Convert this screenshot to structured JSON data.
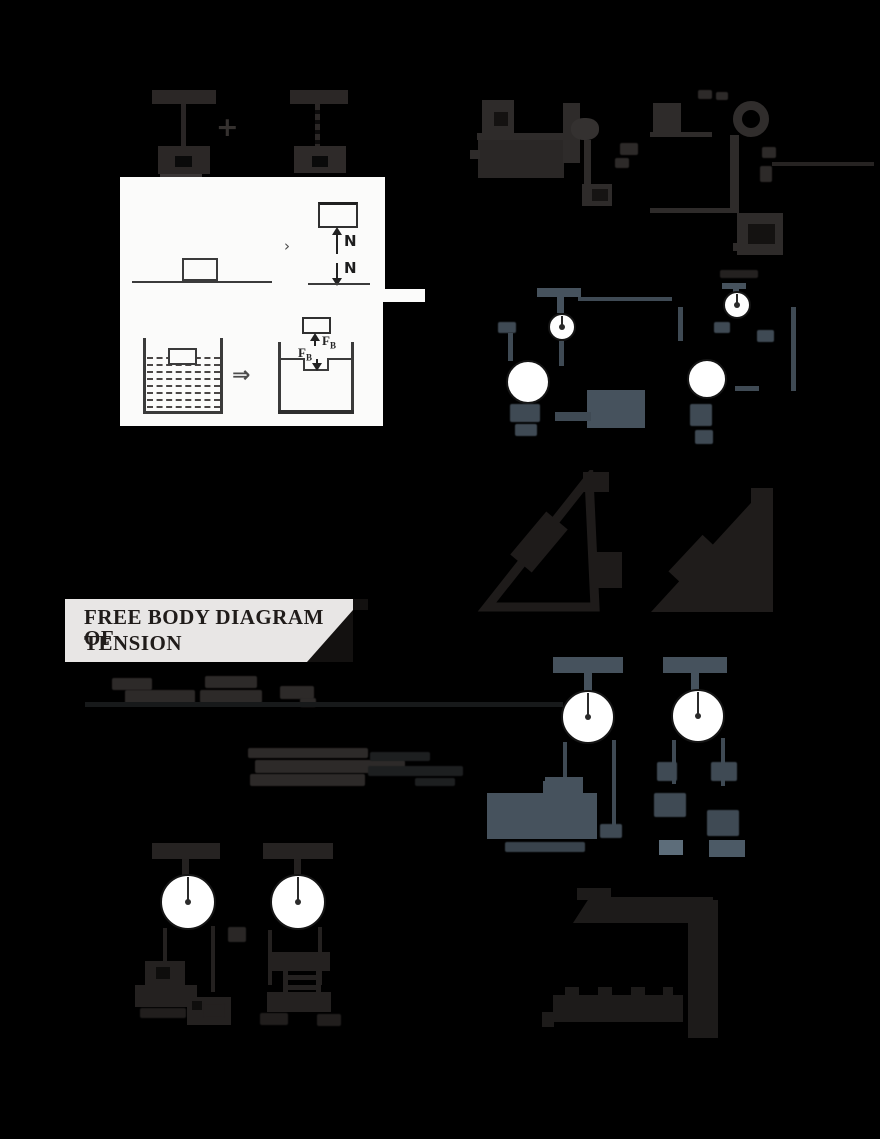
{
  "page": {
    "background": "#000000"
  },
  "heading": {
    "line1": "FREE BODY DIAGRAM OF",
    "line2": "TENSION"
  },
  "labels": {
    "normal_force": "N",
    "buoyant_force_letter": "F",
    "buoyant_force_subscript": "B",
    "implies_arrow": "⇒",
    "comparison_mark": "›",
    "plus_mark": "+"
  },
  "colors": {
    "background": "#000000",
    "banner": "#e8e6e5",
    "panel": "#fbfbfa",
    "dark_diagram": "#2e2b2a",
    "slate_diagram": "#46525d",
    "ink": "#222222"
  }
}
